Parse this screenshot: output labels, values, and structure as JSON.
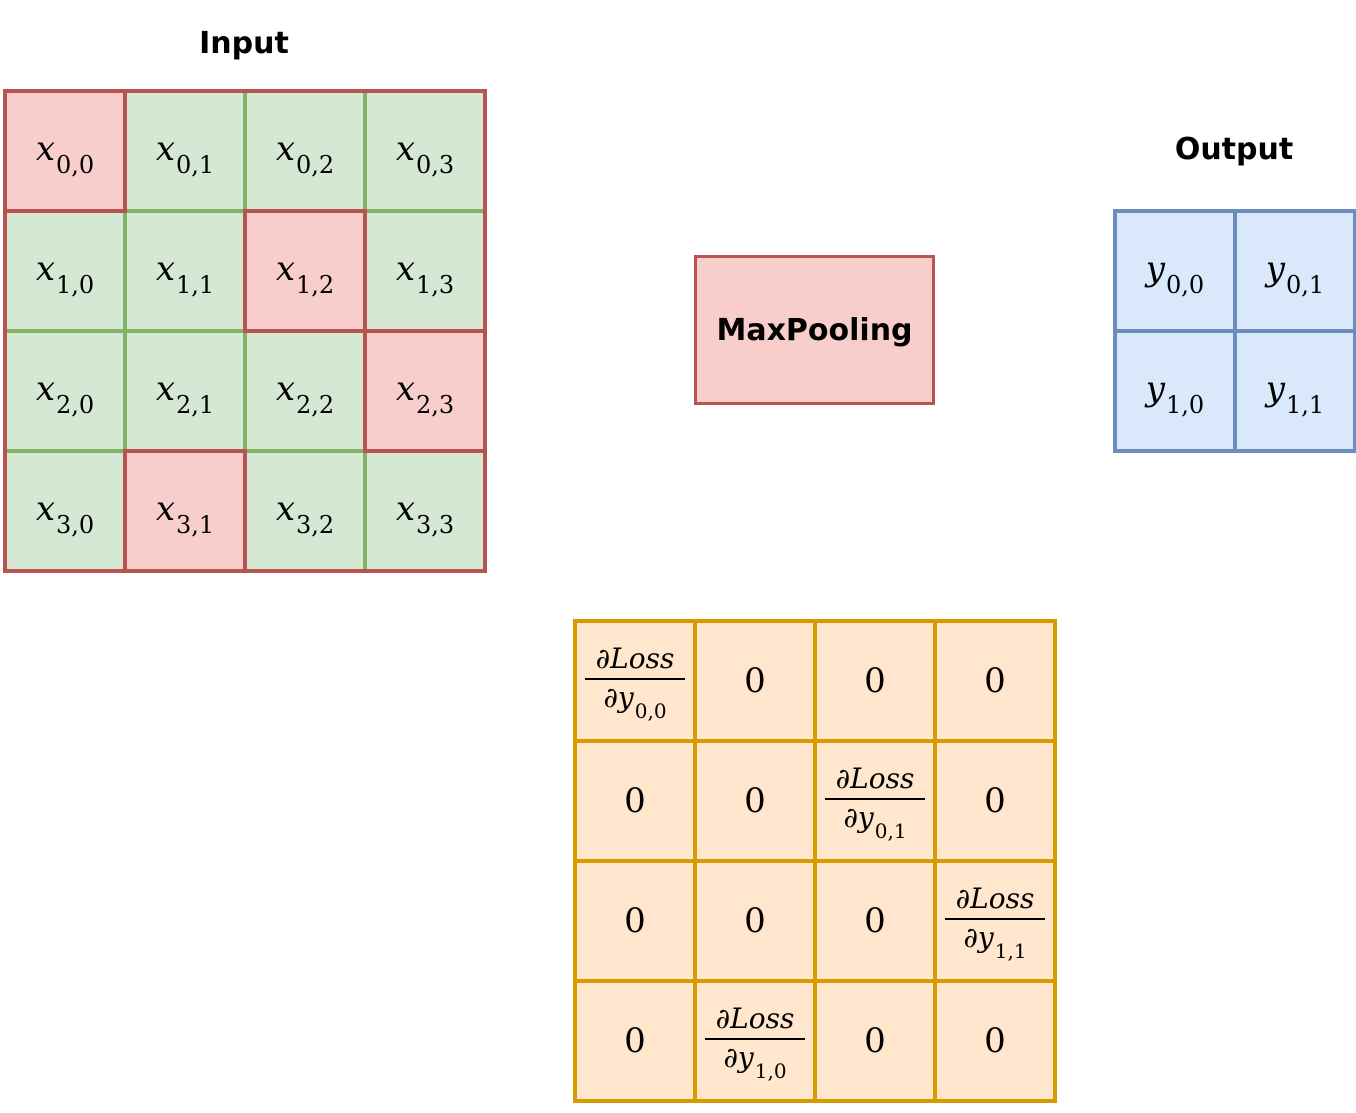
{
  "input": {
    "title": "Input",
    "cells": [
      [
        {
          "base": "x",
          "sub": "0,0",
          "max": true
        },
        {
          "base": "x",
          "sub": "0,1",
          "max": false
        },
        {
          "base": "x",
          "sub": "0,2",
          "max": false
        },
        {
          "base": "x",
          "sub": "0,3",
          "max": false
        }
      ],
      [
        {
          "base": "x",
          "sub": "1,0",
          "max": false
        },
        {
          "base": "x",
          "sub": "1,1",
          "max": false
        },
        {
          "base": "x",
          "sub": "1,2",
          "max": true
        },
        {
          "base": "x",
          "sub": "1,3",
          "max": false
        }
      ],
      [
        {
          "base": "x",
          "sub": "2,0",
          "max": false
        },
        {
          "base": "x",
          "sub": "2,1",
          "max": false
        },
        {
          "base": "x",
          "sub": "2,2",
          "max": false
        },
        {
          "base": "x",
          "sub": "2,3",
          "max": true
        }
      ],
      [
        {
          "base": "x",
          "sub": "3,0",
          "max": false
        },
        {
          "base": "x",
          "sub": "3,1",
          "max": true
        },
        {
          "base": "x",
          "sub": "3,2",
          "max": false
        },
        {
          "base": "x",
          "sub": "3,3",
          "max": false
        }
      ]
    ]
  },
  "operation": {
    "label": "MaxPooling"
  },
  "output": {
    "title": "Output",
    "cells": [
      [
        {
          "base": "y",
          "sub": "0,0"
        },
        {
          "base": "y",
          "sub": "0,1"
        }
      ],
      [
        {
          "base": "y",
          "sub": "1,0"
        },
        {
          "base": "y",
          "sub": "1,1"
        }
      ]
    ]
  },
  "gradient": {
    "numerator": "∂Loss",
    "den_prefix": "∂y",
    "cells": [
      [
        {
          "frac": true,
          "sub": "0,0"
        },
        {
          "value": "0"
        },
        {
          "value": "0"
        },
        {
          "value": "0"
        }
      ],
      [
        {
          "value": "0"
        },
        {
          "value": "0"
        },
        {
          "frac": true,
          "sub": "0,1"
        },
        {
          "value": "0"
        }
      ],
      [
        {
          "value": "0"
        },
        {
          "value": "0"
        },
        {
          "value": "0"
        },
        {
          "frac": true,
          "sub": "1,1"
        }
      ],
      [
        {
          "value": "0"
        },
        {
          "frac": true,
          "sub": "1,0"
        },
        {
          "value": "0"
        },
        {
          "value": "0"
        }
      ]
    ]
  },
  "colors": {
    "input_green_fill": "#d5e8d4",
    "input_green_stroke": "#82b366",
    "max_red_fill": "#f8cecc",
    "max_red_stroke": "#b85450",
    "output_blue_fill": "#dae8fc",
    "output_blue_stroke": "#6c8ebf",
    "gradient_orange_fill": "#ffe6cc",
    "gradient_orange_stroke": "#d79b00"
  }
}
